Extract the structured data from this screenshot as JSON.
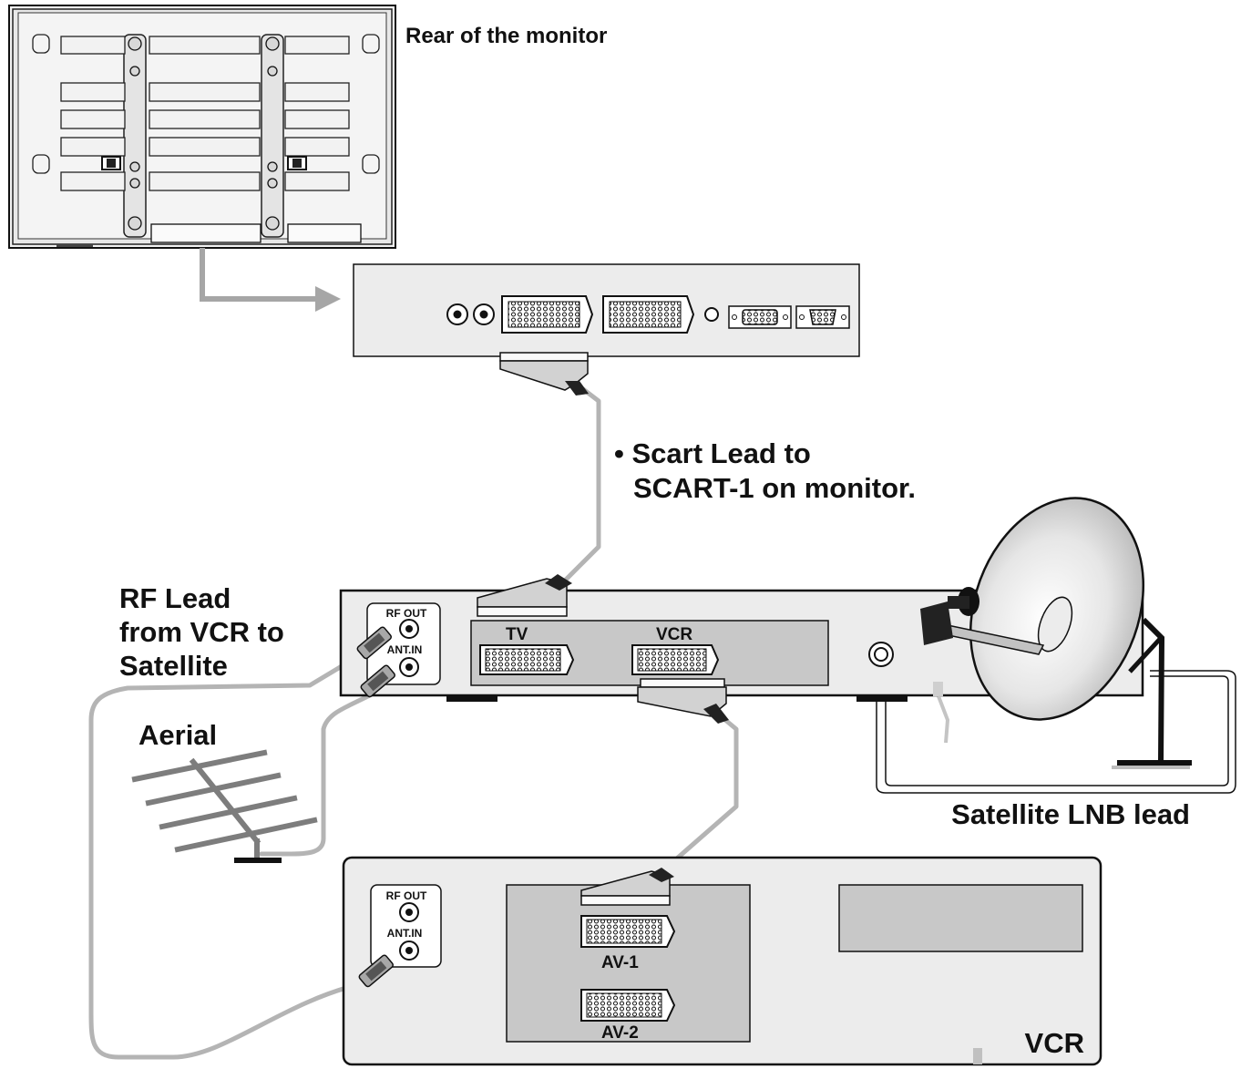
{
  "labels": {
    "rear_monitor": "Rear of the monitor",
    "scart_lead_line1": "• Scart Lead to",
    "scart_lead_line2": "SCART-1 on monitor.",
    "rf_lead_line1": "RF Lead",
    "rf_lead_line2": "from VCR to",
    "rf_lead_line3": "Satellite",
    "aerial": "Aerial",
    "lnb_lead": "Satellite LNB lead",
    "vcr_box": "VCR"
  },
  "satellite_receiver": {
    "rf_out": "RF OUT",
    "ant_in": "ANT.IN",
    "scart_tv": "TV",
    "scart_vcr": "VCR"
  },
  "vcr": {
    "rf_out": "RF OUT",
    "ant_in": "ANT.IN",
    "scart_av1": "AV-1",
    "scart_av2": "AV-2"
  },
  "colors": {
    "panel_fill": "#ececec",
    "inner_panel": "#c8c8c8",
    "cable": "#b4b4b4",
    "arrow": "#a6a6a6",
    "outline": "#111111"
  }
}
